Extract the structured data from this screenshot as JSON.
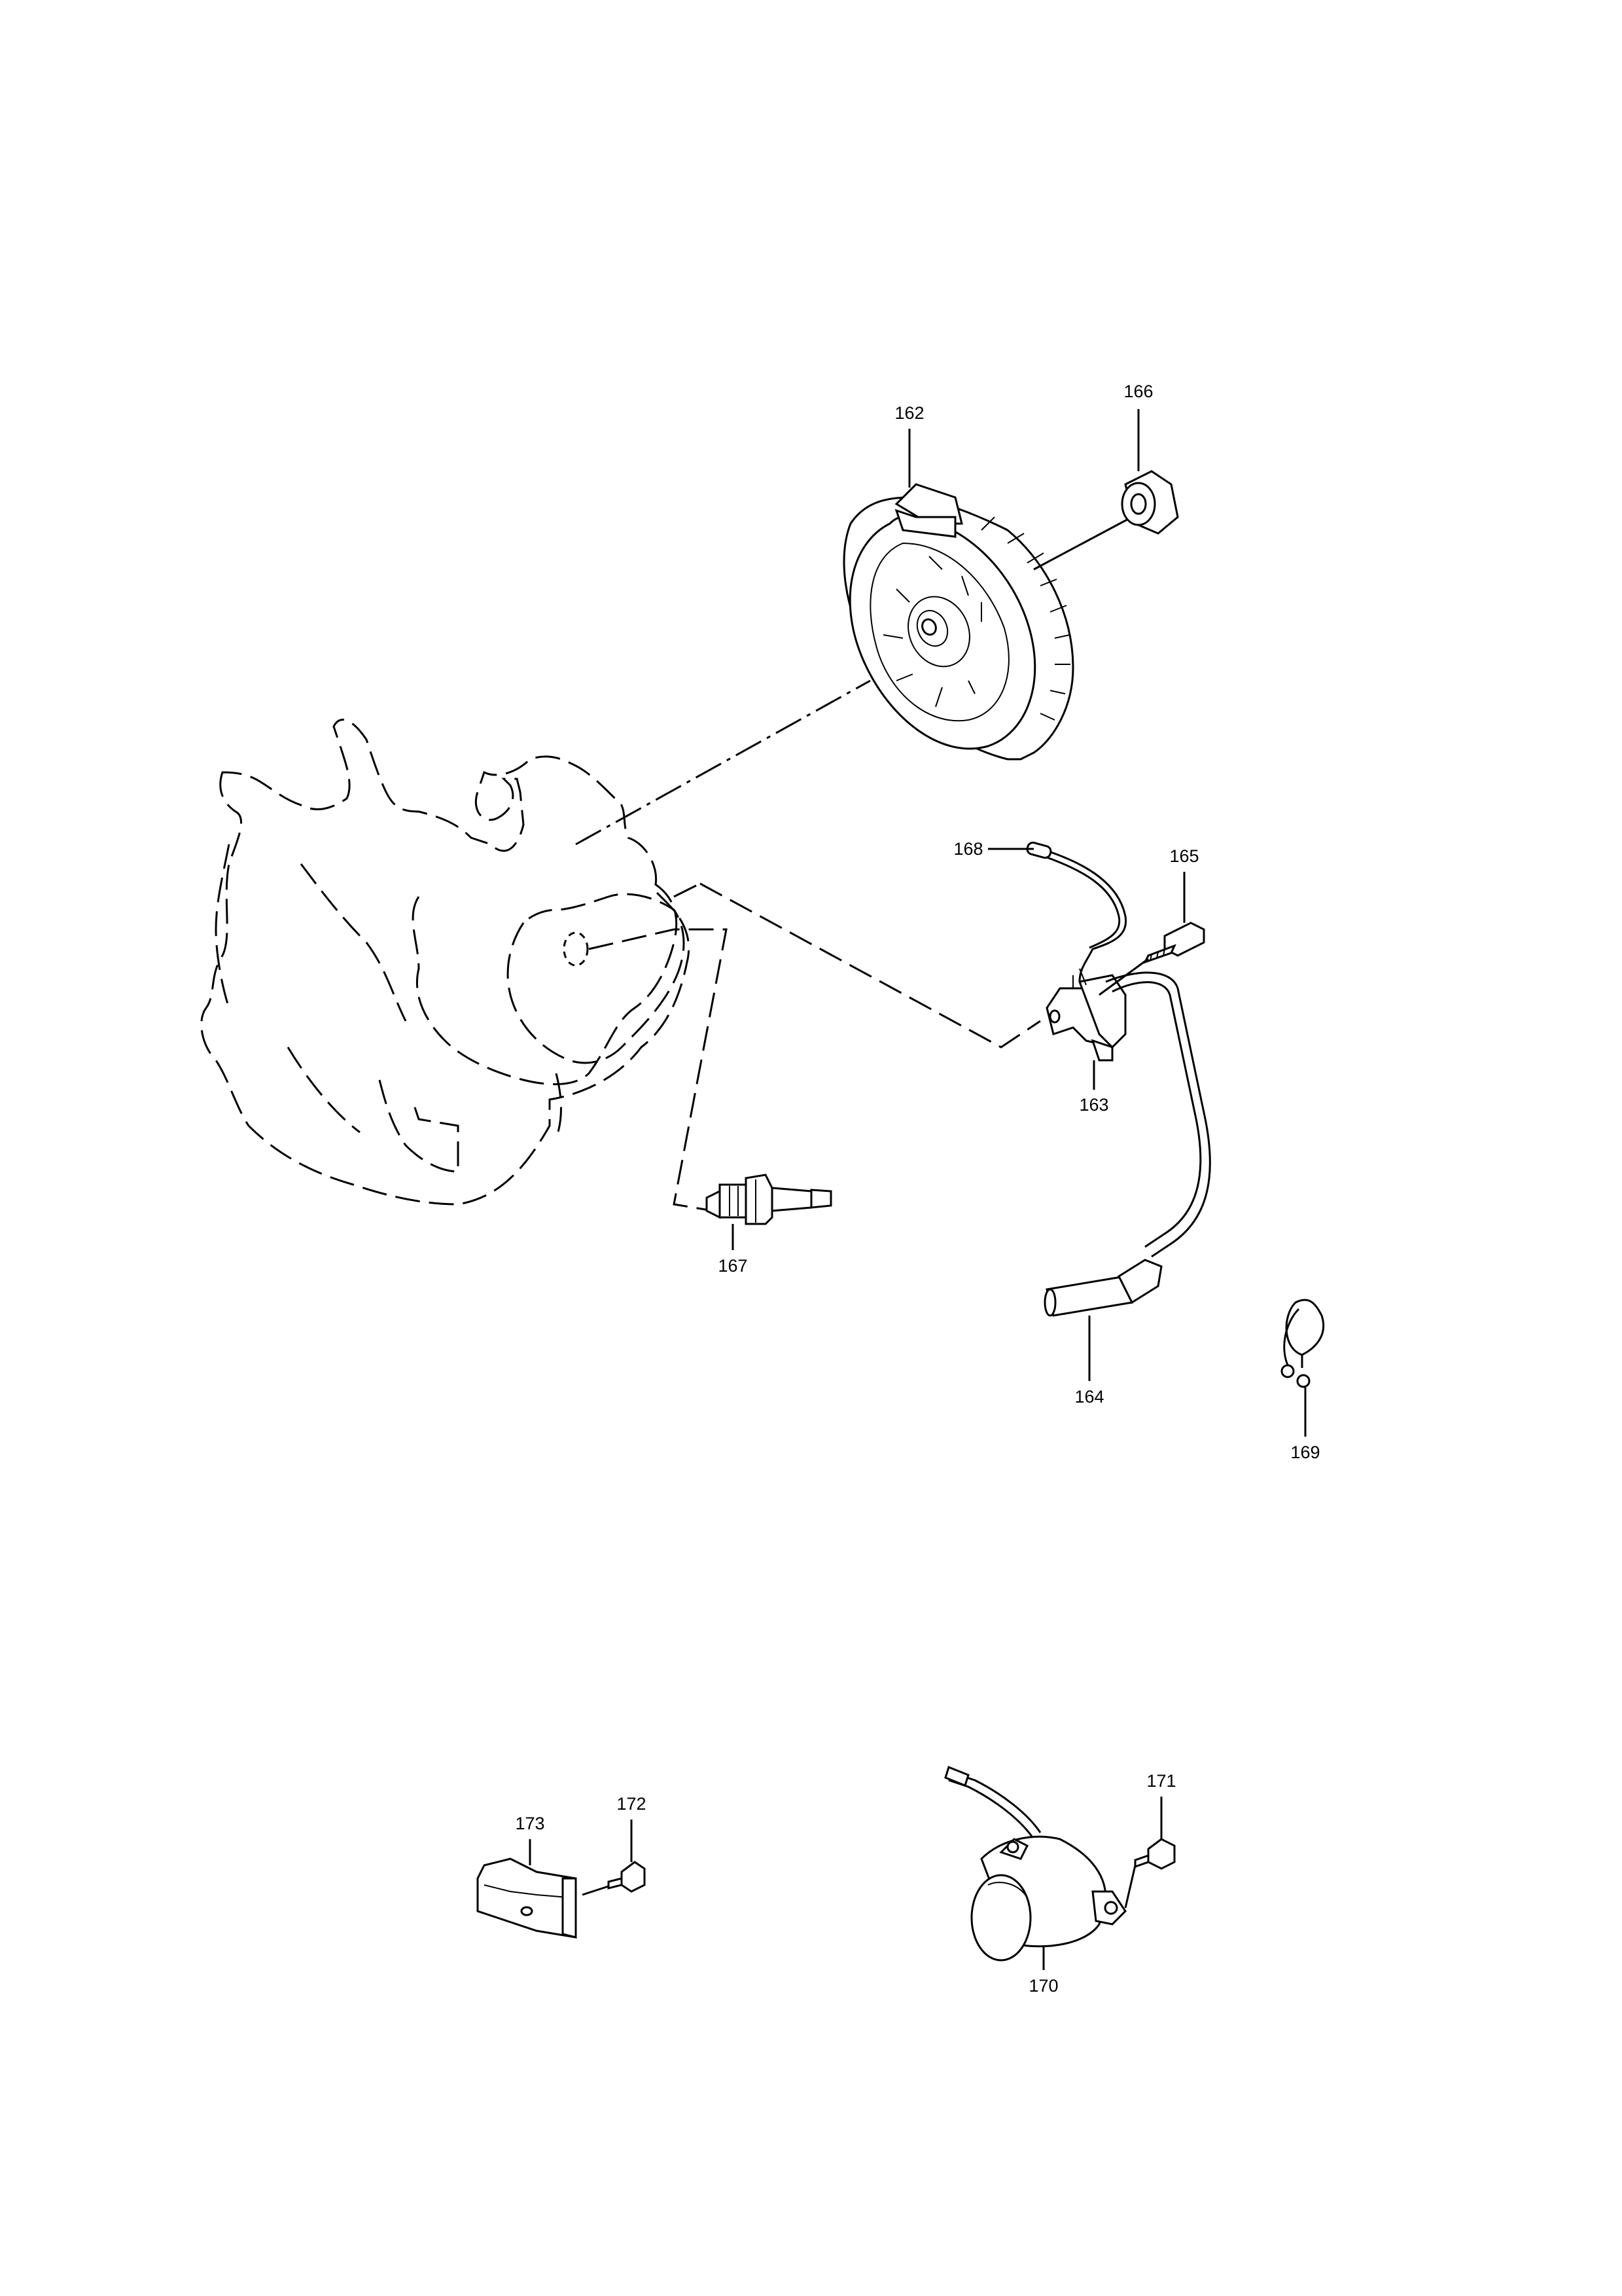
{
  "callouts": {
    "p162": "162",
    "p163": "163",
    "p164": "164",
    "p165": "165",
    "p166": "166",
    "p167": "167",
    "p168": "168",
    "p169": "169",
    "p170": "170",
    "p171": "171",
    "p172": "172",
    "p173": "173"
  }
}
